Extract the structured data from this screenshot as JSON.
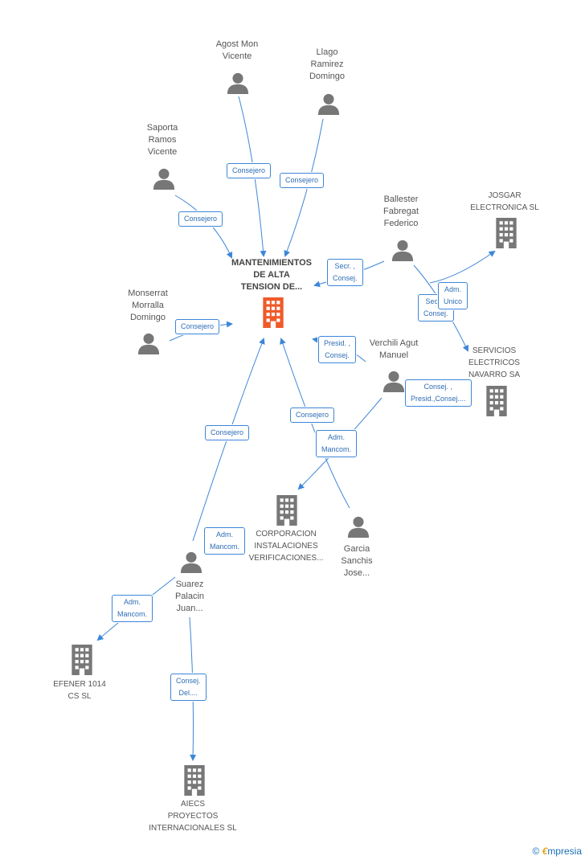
{
  "nodes": {
    "main": "MANTENIMIENTOS\nDE ALTA\nTENSION DE...",
    "agost": "Agost Mon\nVicente",
    "llago": "Llago\nRamirez\nDomingo",
    "saporta": "Saporta\nRamos\nVicente",
    "ballester": "Ballester\nFabregat\nFederico",
    "josgar": "JOSGAR\nELECTRONICA SL",
    "monserrat": "Monserrat\nMorralla\nDomingo",
    "verchili": "Verchili Agut\nManuel",
    "servicios": "SERVICIOS\nELECTRICOS\nNAVARRO SA",
    "corporacion": "CORPORACION\nINSTALACIONES\nVERIFICACIONES...",
    "garcia": "Garcia\nSanchis\nJose...",
    "suarez": "Suarez\nPalacin\nJuan...",
    "efener": "EFENER 1014\nCS  SL",
    "aiecs": "AIECS\nPROYECTOS\nINTERNACIONALES SL"
  },
  "edges": {
    "agost_consejero": "Consejero",
    "llago_consejero": "Consejero",
    "saporta_consejero": "Consejero",
    "ballester_main": "Secr. ,\nConsej.",
    "ballester_servicios": "Secr. ,\nConsej.",
    "ballester_josgar": "Adm.\nUnico",
    "monserrat_consejero": "Consejero",
    "verchili_main": "Presid. ,\nConsej.",
    "verchili_servicios": "Consej. ,\nPresid.,Consej....",
    "garcia_consejero": "Consejero",
    "garcia_corporacion": "Adm.\nMancom.",
    "suarez_consejero": "Consejero",
    "suarez_corporacion": "Adm.\nMancom.",
    "suarez_efener": "Adm.\nMancom.",
    "suarez_aiecs": "Consej.\nDel...."
  },
  "footer": {
    "copyright": "©",
    "brand_first": "€",
    "brand_rest": "mpresia"
  },
  "colors": {
    "line": "#3d86d8",
    "person": "#777777",
    "company": "#777777",
    "main": "#f05a28"
  }
}
